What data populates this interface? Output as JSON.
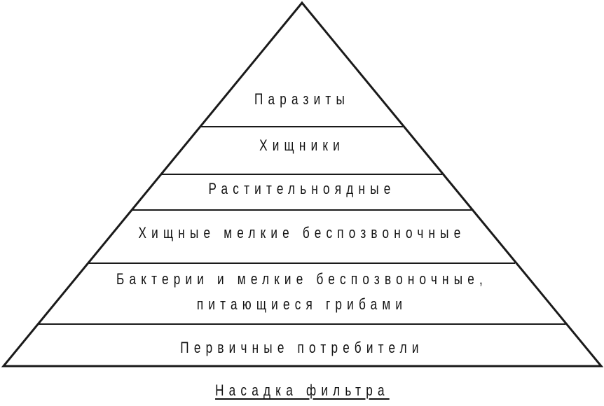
{
  "levels": [
    {
      "label": "Паразиты"
    },
    {
      "label": "Хищники"
    },
    {
      "label": "Растительноядные"
    },
    {
      "label": "Хищные мелкие беспозвоночные"
    },
    {
      "label_line1": "Бактерии и мелкие беспозвоночные,",
      "label_line2": "питающиеся грибами"
    },
    {
      "label": "Первичные потребители"
    }
  ],
  "base_label": "Насадка фильтра"
}
